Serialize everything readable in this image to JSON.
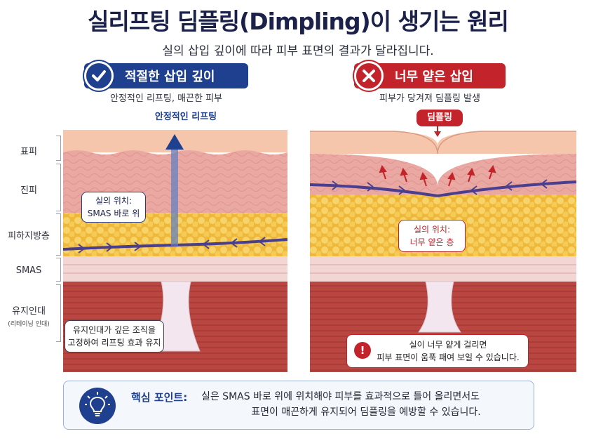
{
  "header": {
    "title": "실리프팅 딤플링(Dimpling)이 생기는 원리",
    "subtitle": "실의 삽입 깊이에 따라 피부 표면의 결과가 달라집니다."
  },
  "left": {
    "badge": "적절한 삽입 깊이",
    "caption": "안정적인 리프팅, 매끈한 피부",
    "arrow_label": "안정적인 리프팅",
    "thread_note": [
      "실의 위치:",
      "SMAS 바로 위"
    ],
    "ligament_note": [
      "유지인대가 깊은 조직을",
      "고정하여 리프팅 효과 유지"
    ]
  },
  "right": {
    "badge": "너무 얕은 삽입",
    "caption": "피부가 당겨져 딤플링 발생",
    "dimple_label": "딤플링",
    "thread_note": [
      "실의 위치:",
      "너무 얕은 층"
    ],
    "warning_note": [
      "실이 너무 얕게 걸리면",
      "피부 표면이 움푹 패여 보일 수 있습니다."
    ]
  },
  "layers": {
    "epidermis": "표피",
    "dermis": "진피",
    "fat": "피하지방층",
    "smas": "SMAS",
    "ligament": "유지인대",
    "ligament_sub": "(리테이닝 인대)"
  },
  "key_point": {
    "heading": "핵심 포인트:",
    "line1": "실은 SMAS 바로 위에 위치해야 피부를 효과적으로 들어 올리면서도",
    "line2": "표면이 매끈하게 유지되어 딤플링을 예방할 수 있습니다."
  },
  "colors": {
    "navy": "#1f3f8f",
    "red": "#c3232a",
    "skin": "#f3c3a8",
    "dermis": "#e8a3a0",
    "fat": "#f3c84a",
    "muscle": "#b8433f",
    "thread": "#4a3f8f"
  },
  "icons": [
    "check-icon",
    "x-icon",
    "lightbulb-icon",
    "exclamation-icon",
    "down-arrow-icon",
    "up-arrow-icon"
  ]
}
